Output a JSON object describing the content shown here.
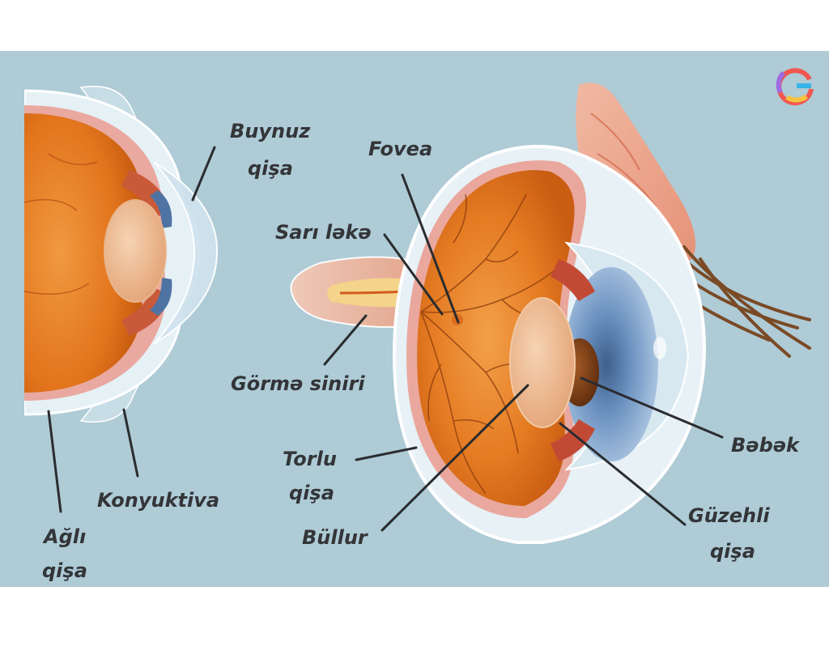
{
  "colors": {
    "background": "#aecbd6",
    "retina": "#e6781f",
    "sclera": "#e3eef3",
    "iris": "#6f93bf",
    "pupil": "#7a3b14",
    "label": "#333538"
  },
  "logo": {
    "icon": "g-logo-icon"
  },
  "labels": {
    "buynuz_l1": "Buynuz",
    "buynuz_l2": "qişa",
    "fovea": "Fovea",
    "sari_leke": "Sarı ləkə",
    "gorme_siniri": "Görmə siniri",
    "torlu_l1": "Torlu",
    "torlu_l2": "qişa",
    "bullur": "Büllur",
    "konyuktiva": "Konyuktiva",
    "agli_l1": "Ağlı",
    "agli_l2": "qişa",
    "bebek": "Bəbək",
    "guzehli_l1": "Güzehli",
    "guzehli_l2": "qişa"
  }
}
